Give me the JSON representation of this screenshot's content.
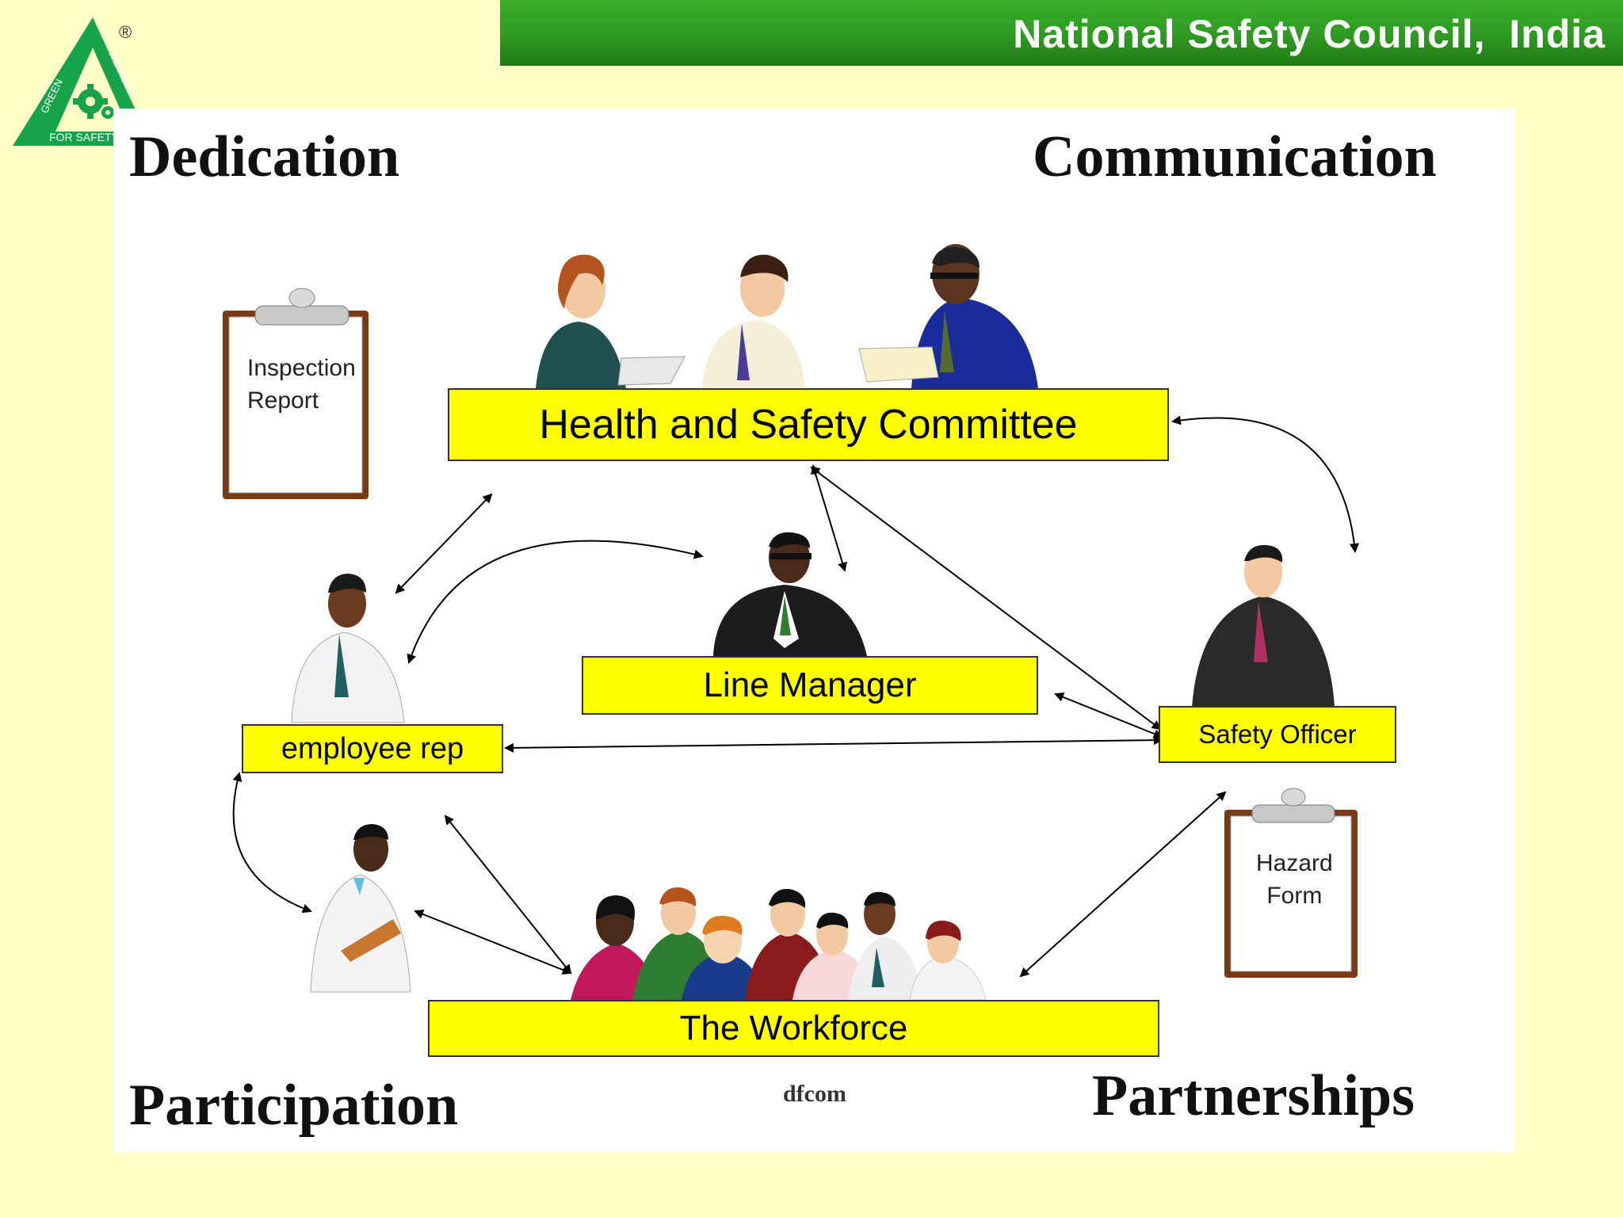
{
  "header": {
    "title": "National Safety Council,  India",
    "logo": {
      "registered_mark": "®",
      "ring_text_left": "GREEN",
      "ring_text_right": "TRIANGLE",
      "bottom_text": "FOR SAFETY",
      "icon": "gear-icon",
      "color": "#16a34a"
    }
  },
  "corners": {
    "top_left": "Dedication",
    "top_right": "Communication",
    "bottom_left": "Participation",
    "bottom_right": "Partnerships"
  },
  "boxes": {
    "committee": "Health and Safety Committee",
    "line_manager": "Line Manager",
    "employee_rep": "employee rep",
    "safety_officer": "Safety Officer",
    "workforce": "The Workforce"
  },
  "clipboards": {
    "inspection": {
      "line1": "Inspection",
      "line2": "Report"
    },
    "hazard": {
      "line1": "Hazard",
      "line2": "Form"
    }
  },
  "credit": "dfcom",
  "colors": {
    "background": "#ffffc8",
    "banner": "#2f9a22",
    "box_fill": "#ffff00",
    "panel": "#ffffff"
  }
}
